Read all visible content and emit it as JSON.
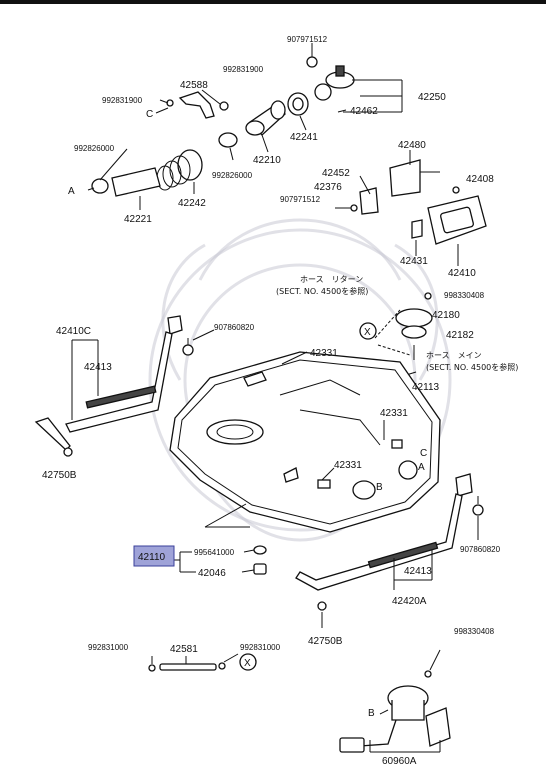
{
  "labels": {
    "p907971512_top": "907971512",
    "p42588": "42588",
    "p992831900_a": "992831900",
    "p992831900_b": "992831900",
    "c_top": "C",
    "p42250": "42250",
    "p42462": "42462",
    "p42241": "42241",
    "p42210": "42210",
    "p992826000_a": "992826000",
    "p992826000_b": "992826000",
    "a_left": "A",
    "p42242": "42242",
    "p42221": "42221",
    "p42480": "42480",
    "p42452": "42452",
    "p42376": "42376",
    "p42408": "42408",
    "p907971512_mid": "907971512",
    "p42431": "42431",
    "p42410": "42410",
    "return_hose": "ホース　リターン",
    "return_sect": "(SECT. NO. 4500を参照)",
    "p998330408_a": "998330408",
    "p42180": "42180",
    "p42182": "42182",
    "x_mid": "X",
    "main_hose": "ホース　メイン",
    "main_sect": "(SECT. NO. 4500を参照)",
    "p42113": "42113",
    "p42410c": "42410C",
    "p907860820_a": "907860820",
    "p42413_left": "42413",
    "p42331_a": "42331",
    "p42331_b": "42331",
    "p42331_c": "42331",
    "c_tank": "C",
    "a_tank": "A",
    "b_tank": "B",
    "p42750b_left": "42750B",
    "p42110": "42110",
    "p995641000": "995641000",
    "p42046": "42046",
    "p907860820_b": "907860820",
    "p42413_right": "42413",
    "p42420a": "42420A",
    "p42750b_right": "42750B",
    "p992831000_a": "992831000",
    "p42581": "42581",
    "p992831000_b": "992831000",
    "x_bottom": "X",
    "p998330408_b": "998330408",
    "b_bottom": "B",
    "p60960a": "60960A"
  },
  "colors": {
    "line": "#111111",
    "highlight_fill": "#9fa3d8",
    "highlight_border": "#3a3f9a",
    "watermark": "#c8c8d4"
  }
}
